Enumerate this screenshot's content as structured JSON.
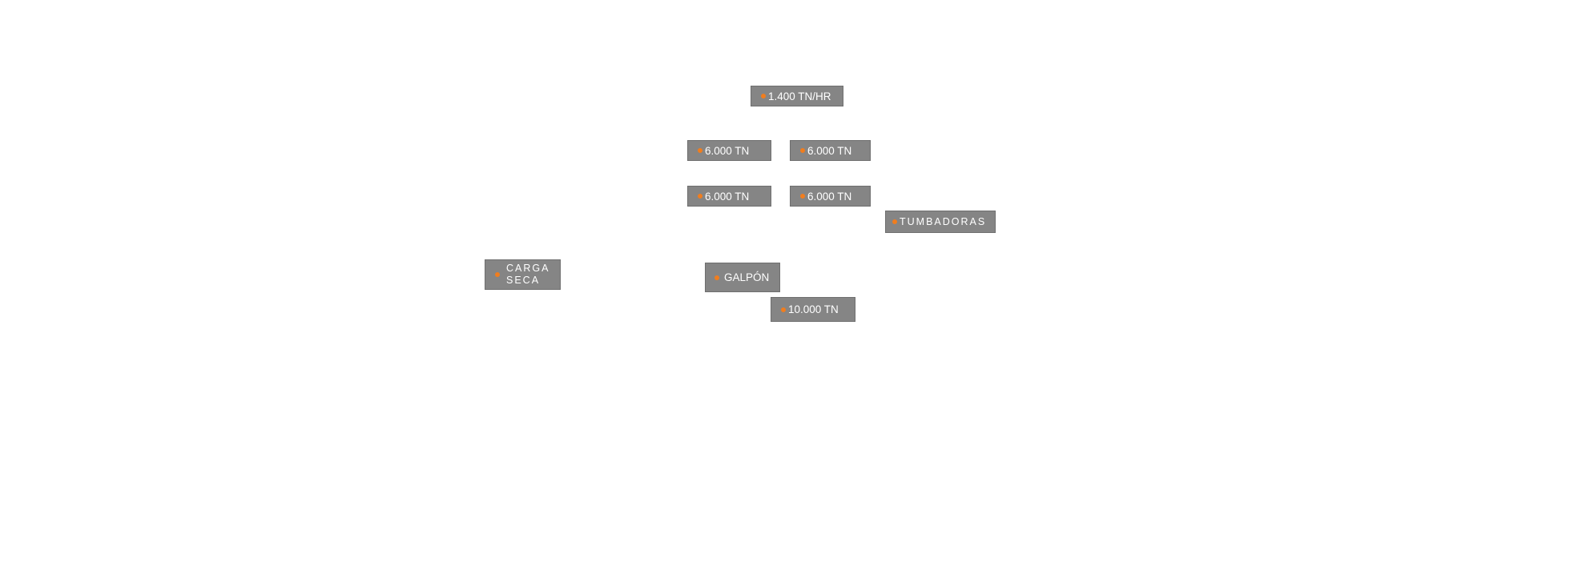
{
  "hotspots": {
    "throughput": {
      "label": "1.400 TN/HR"
    },
    "silo_1": {
      "label": "6.000 TN"
    },
    "silo_2": {
      "label": "6.000 TN"
    },
    "silo_3": {
      "label": "6.000 TN"
    },
    "silo_4": {
      "label": "6.000 TN"
    },
    "tumbadoras": {
      "label": "TUMBADORAS"
    },
    "carga_seca": {
      "label_line1": "CARGA",
      "label_line2": "SECA"
    },
    "galpon": {
      "label": "GALPÓN"
    },
    "galpon_capacity": {
      "label": "10.000 TN"
    }
  },
  "colors": {
    "tag_background": "#858585",
    "dot_accent": "#f07d1e",
    "text": "#ffffff",
    "page_background": "#ffffff"
  }
}
